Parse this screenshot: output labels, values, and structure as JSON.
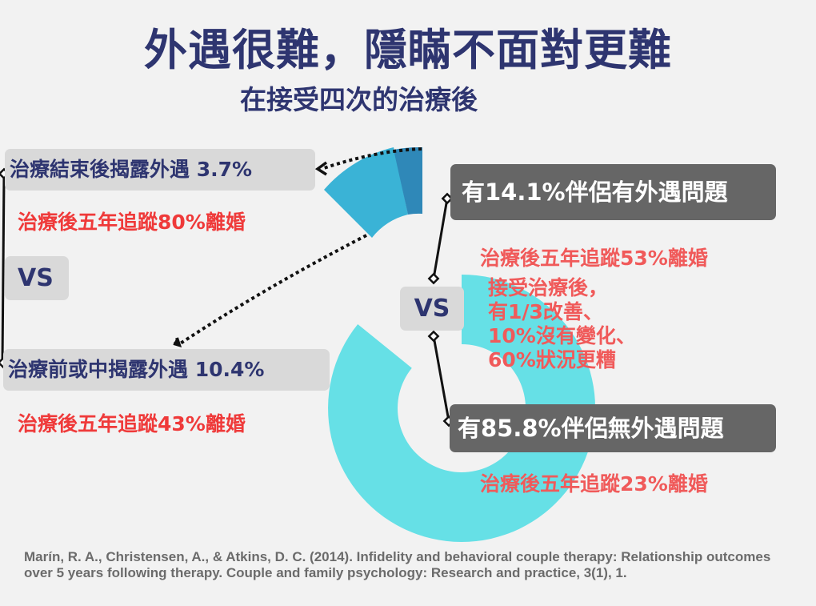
{
  "header": {
    "title": "外遇很難，隱瞞不面對更難",
    "subtitle": "在接受四次的治療後"
  },
  "left_panel": {
    "disclosed_after": "治療結束後揭露外遇  3.7%",
    "disclosed_after_outcome": "治療後五年追蹤80%離婚",
    "vs": "VS",
    "disclosed_before": "治療前或中揭露外遇  10.4%",
    "disclosed_before_outcome": "治療後五年追蹤43%離婚"
  },
  "right_panel": {
    "with_affair": "有14.1%伴侶有外遇問題",
    "with_affair_outcome": "治療後五年追蹤53%離婚",
    "after_therapy_details": "接受治療後，\n有1/3改善、\n10%沒有變化、\n60%狀況更糟",
    "vs": "VS",
    "no_affair": "有85.8%伴侶無外遇問題",
    "no_affair_outcome": "治療後五年追蹤23%離婚"
  },
  "citation": "Marín, R. A., Christensen, A., & Atkins, D. C. (2014). Infidelity and behavioral couple therapy: Relationship outcomes over 5 years following therapy. Couple and family psychology: Research and practice, 3(1), 1.",
  "colors": {
    "title": "#2e3570",
    "no_affair_slice": "#66e0e6",
    "affair_before_slice": "#3ab3d6",
    "affair_after_slice": "#2f88b8",
    "red_text": "#ef3a3a",
    "dark_box": "#666666",
    "grey_box": "#d9d9d9"
  },
  "chart_data": {
    "type": "pie",
    "variant": "donut-exploded",
    "title": "外遇很難，隱瞞不面對更難",
    "subtitle": "在接受四次的治療後",
    "categories": [
      "有85.8%伴侶無外遇問題",
      "治療前或中揭露外遇",
      "治療結束後揭露外遇"
    ],
    "values": [
      85.8,
      10.4,
      3.7
    ],
    "five_year_divorce_rate": [
      23,
      43,
      80
    ],
    "group_divorce_rate_with_affair": 53,
    "with_affair_total": 14.1,
    "after_therapy_with_affair": {
      "improved": "1/3",
      "no_change": 10,
      "worse": 60
    },
    "legend_position": "annotations"
  }
}
